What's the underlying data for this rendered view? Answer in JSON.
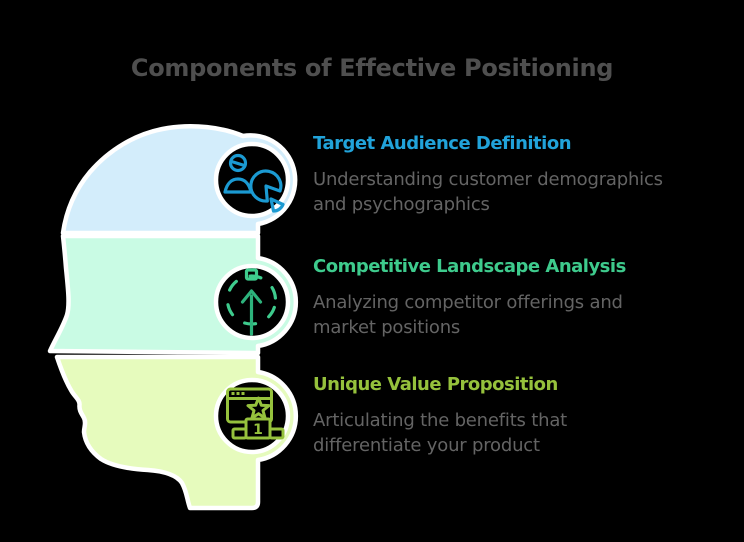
{
  "title": "Components of Effective Positioning",
  "sections": [
    {
      "heading": "Target Audience Definition",
      "description": "Understanding customer demographics\nand psychographics",
      "accent_color": "#21a3da",
      "band_color": "#d3edfb",
      "icon": "audience-pie-chart-icon"
    },
    {
      "heading": "Competitive Landscape Analysis",
      "description": "Analyzing competitor offerings and\nmarket positions",
      "accent_color": "#3ecb8d",
      "band_color": "#c9fbe4",
      "icon": "goal-arrow-icon"
    },
    {
      "heading": "Unique Value Proposition",
      "description": "Articulating the benefits that\ndifferentiate your product",
      "accent_color": "#95c13c",
      "band_color": "#e6fbbd",
      "icon": "winner-podium-icon",
      "icon_badge_text": "1"
    }
  ],
  "colors": {
    "background": "#000000",
    "outline": "#ffffff",
    "title_text": "#4f4f4f",
    "description_text": "#646464",
    "icon_circle_fill": "#000000"
  }
}
